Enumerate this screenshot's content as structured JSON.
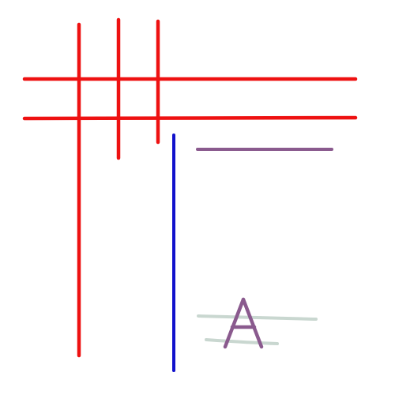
{
  "colors": {
    "background": "#ffffff",
    "red": "#ee1111",
    "blue": "#1111cc",
    "purple": "#8a5a8e",
    "gray_green": "#c3d3cb"
  },
  "strokes": {
    "red_vertical_count": 3,
    "red_horizontal_count": 2,
    "blue_vertical_count": 1,
    "purple_horizontal_count": 1,
    "gray_underline_count": 2
  },
  "annotation": {
    "letter": "A"
  }
}
